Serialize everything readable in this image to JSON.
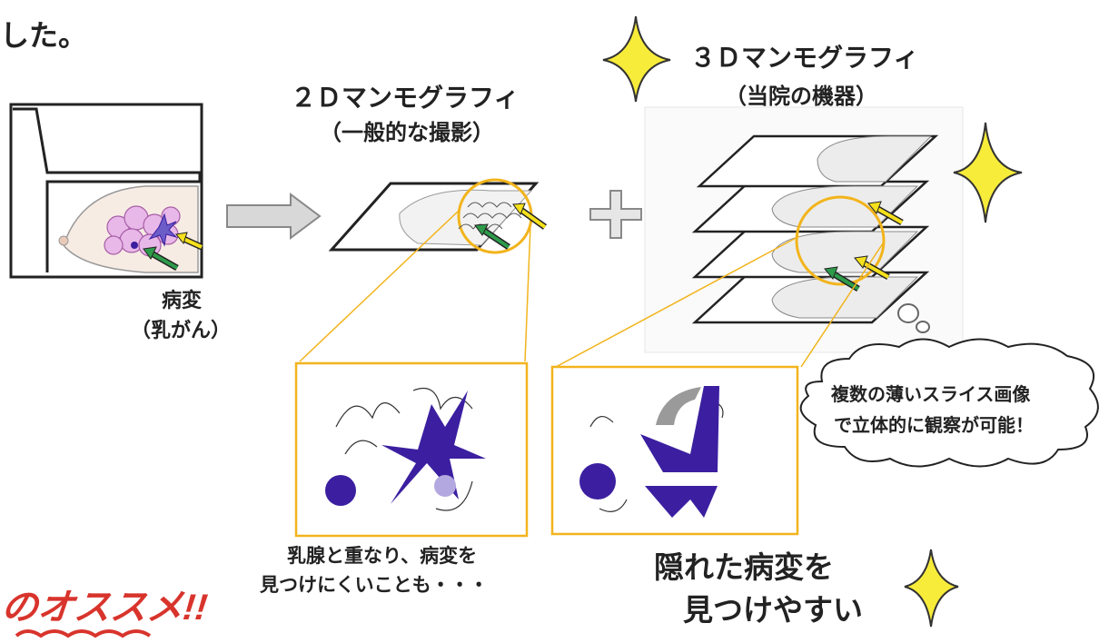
{
  "header_fragment": "した。",
  "lesion": {
    "line1": "病変",
    "line2": "（乳がん）"
  },
  "mammo_2d": {
    "title": "２Ｄマンモグラフィ",
    "subtitle": "（一般的な撮影）"
  },
  "mammo_3d": {
    "title": "３Ｄマンモグラフィ",
    "subtitle": "（当院の機器）"
  },
  "caption_2d": {
    "line1": "乳腺と重なり、病変を",
    "line2": "見つけにくいことも・・・"
  },
  "caption_3d": {
    "line1": "隠れた病変を",
    "line2": "見つけやすい"
  },
  "cloud": {
    "line1": "複数の薄いスライス画像",
    "line2": "で立体的に観察が可能！"
  },
  "badge": {
    "text": "のオススメ!!"
  },
  "colors": {
    "accent_orange": "#f2b41c",
    "arrow_yellow": "#f5e01c",
    "arrow_green": "#2e9b4a",
    "lesion_purple": "#3b1fa0",
    "badge_red": "#d8342c"
  },
  "icons": [
    "sparkle-icon",
    "arrow-right-icon",
    "plus-icon",
    "thought-bubble-icon"
  ]
}
